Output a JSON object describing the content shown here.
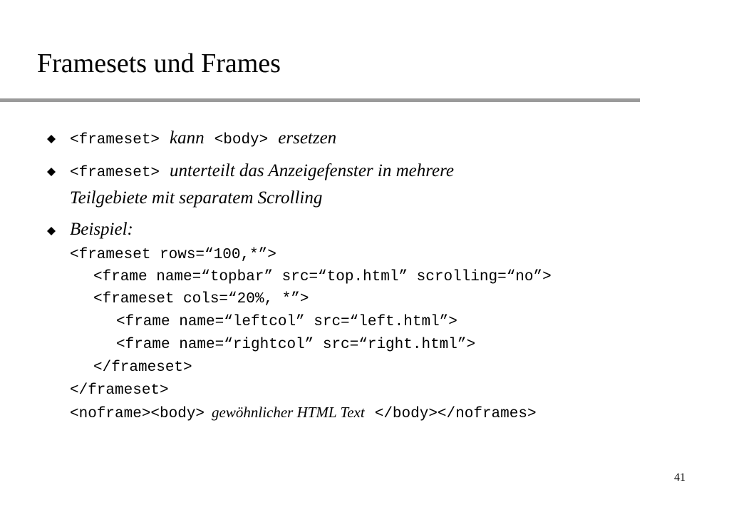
{
  "slide": {
    "title": "Framesets und Frames",
    "page_number": "41"
  },
  "bullets": {
    "b1": {
      "code1": "<frameset>",
      "text1": "kann",
      "code2": "<body>",
      "text2": "ersetzen"
    },
    "b2": {
      "code1": "<frameset>",
      "text1": "unterteilt das Anzeigefenster in mehrere",
      "text2": "Teilgebiete mit separatem Scrolling"
    },
    "b3": {
      "label": "Beispiel:"
    }
  },
  "example": {
    "lines": [
      "<frameset rows=“100,*”>",
      "<frame name=“topbar” src=“top.html” scrolling=“no”>",
      "<frameset cols=“20%, *”>",
      "<frame name=“leftcol” src=“left.html”>",
      "<frame name=“rightcol” src=“right.html”>",
      "</frameset>",
      "</frameset>"
    ],
    "last": {
      "code1": "<noframe><body>",
      "text": "gewöhnlicher HTML Text",
      "code2": "</body></noframes>"
    }
  },
  "colors": {
    "rule": "#9a9a9a",
    "bullet": "#000000"
  },
  "icons": {
    "bullet": "diamond-bullet-icon"
  }
}
